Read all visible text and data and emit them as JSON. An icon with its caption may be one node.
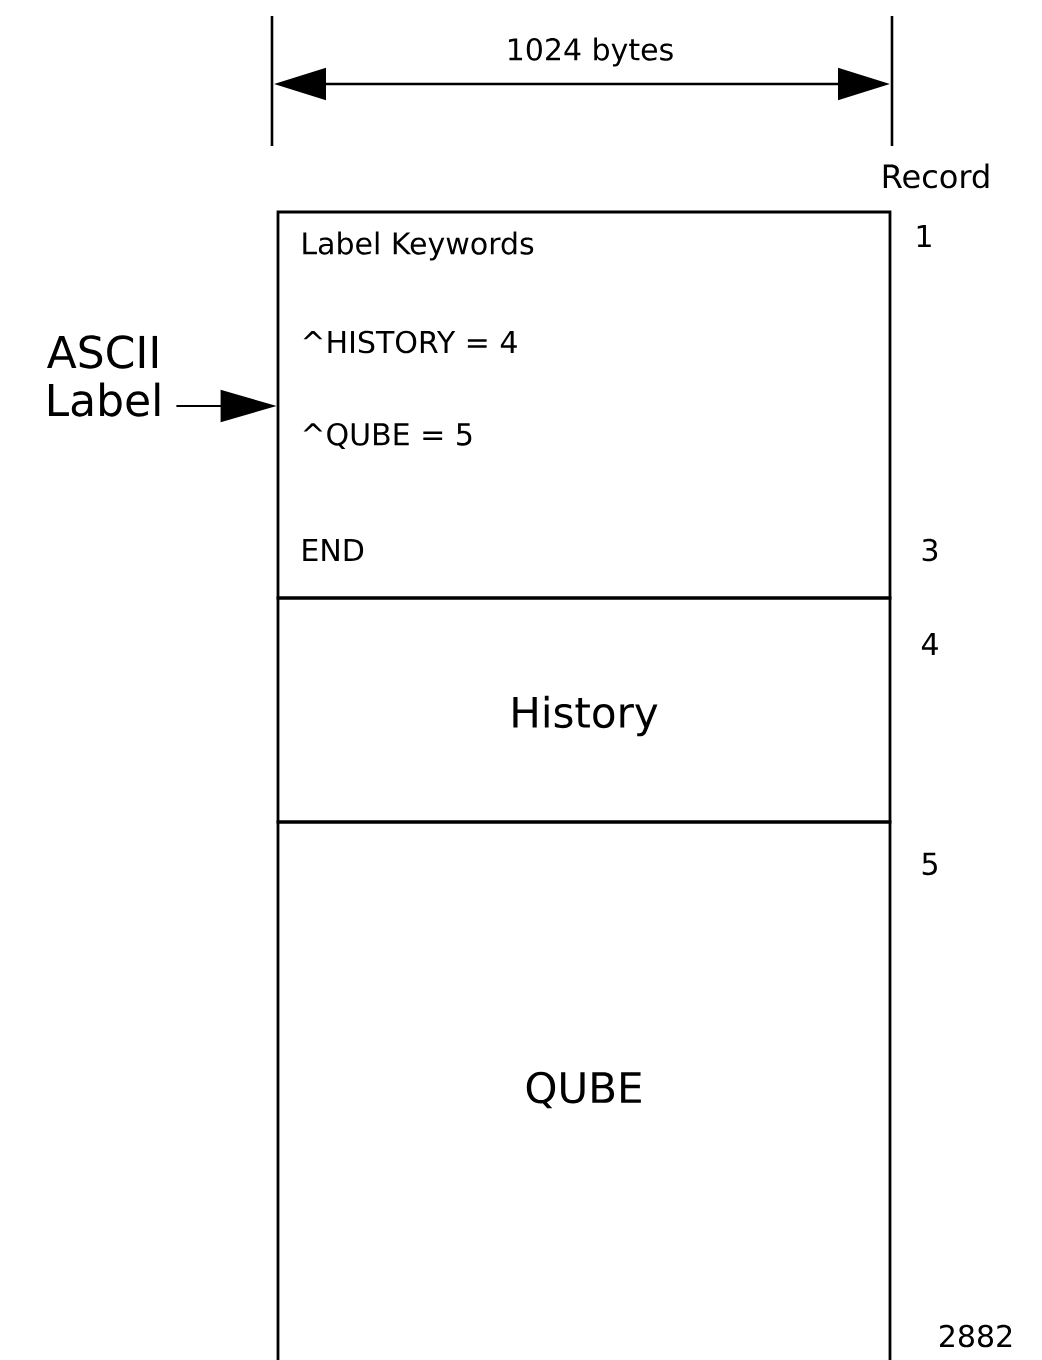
{
  "diagram": {
    "nodes": [
      {
        "text": [
          "Label Keywords",
          "^HISTORY = 4",
          "^QUBE = 5",
          "END"
        ],
        "beside": [
          "1",
          "3"
        ]
      },
      {
        "text": [
          "History"
        ],
        "beside": [
          "4"
        ]
      },
      {
        "text": [
          "QUBE"
        ],
        "beside": [
          "5",
          "2882"
        ]
      },
      {
        "text": [
          "ASCII Label"
        ]
      }
    ],
    "edges": [
      {
        "from": 3,
        "to": 0,
        "arrow": "to"
      }
    ],
    "labels": [
      "1024 bytes",
      "Record"
    ]
  }
}
